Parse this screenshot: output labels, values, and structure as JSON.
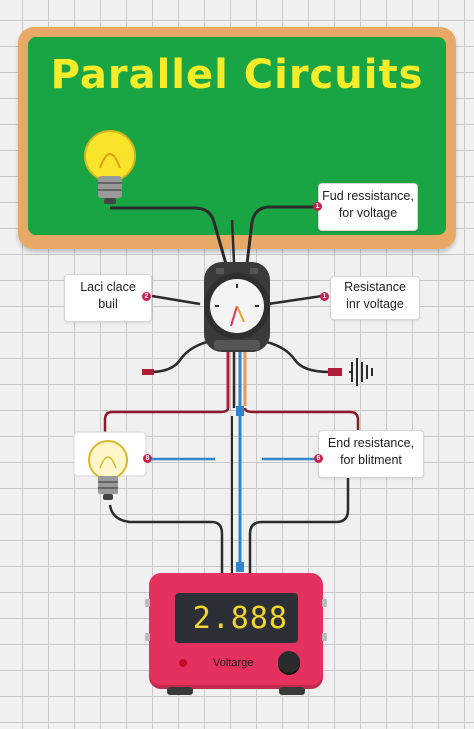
{
  "title": "Parallel Circuits",
  "labels": {
    "top_right": {
      "line1": "Fud ressistance,",
      "line2": "for voltage",
      "badge": "1"
    },
    "mid_left": {
      "line1": "Laci clace",
      "line2": "buil",
      "badge": "2"
    },
    "mid_right": {
      "line1": "Resistance",
      "line2": "inr voltage",
      "badge": "1"
    },
    "lower_right": {
      "line1": "End resistance,",
      "line2": "for blitment",
      "badge": "6"
    },
    "lower_left_badge": "8"
  },
  "meter": {
    "reading": "2.888",
    "label": "Voltarge"
  },
  "colors": {
    "board": "#1aa544",
    "board_frame": "#e8a866",
    "title": "#f5ec2a",
    "meter": "#e4315d",
    "display_text": "#f2d62b"
  },
  "icons": [
    "light-bulb-icon",
    "gauge-icon",
    "resistor-icon",
    "digital-multimeter-icon"
  ]
}
